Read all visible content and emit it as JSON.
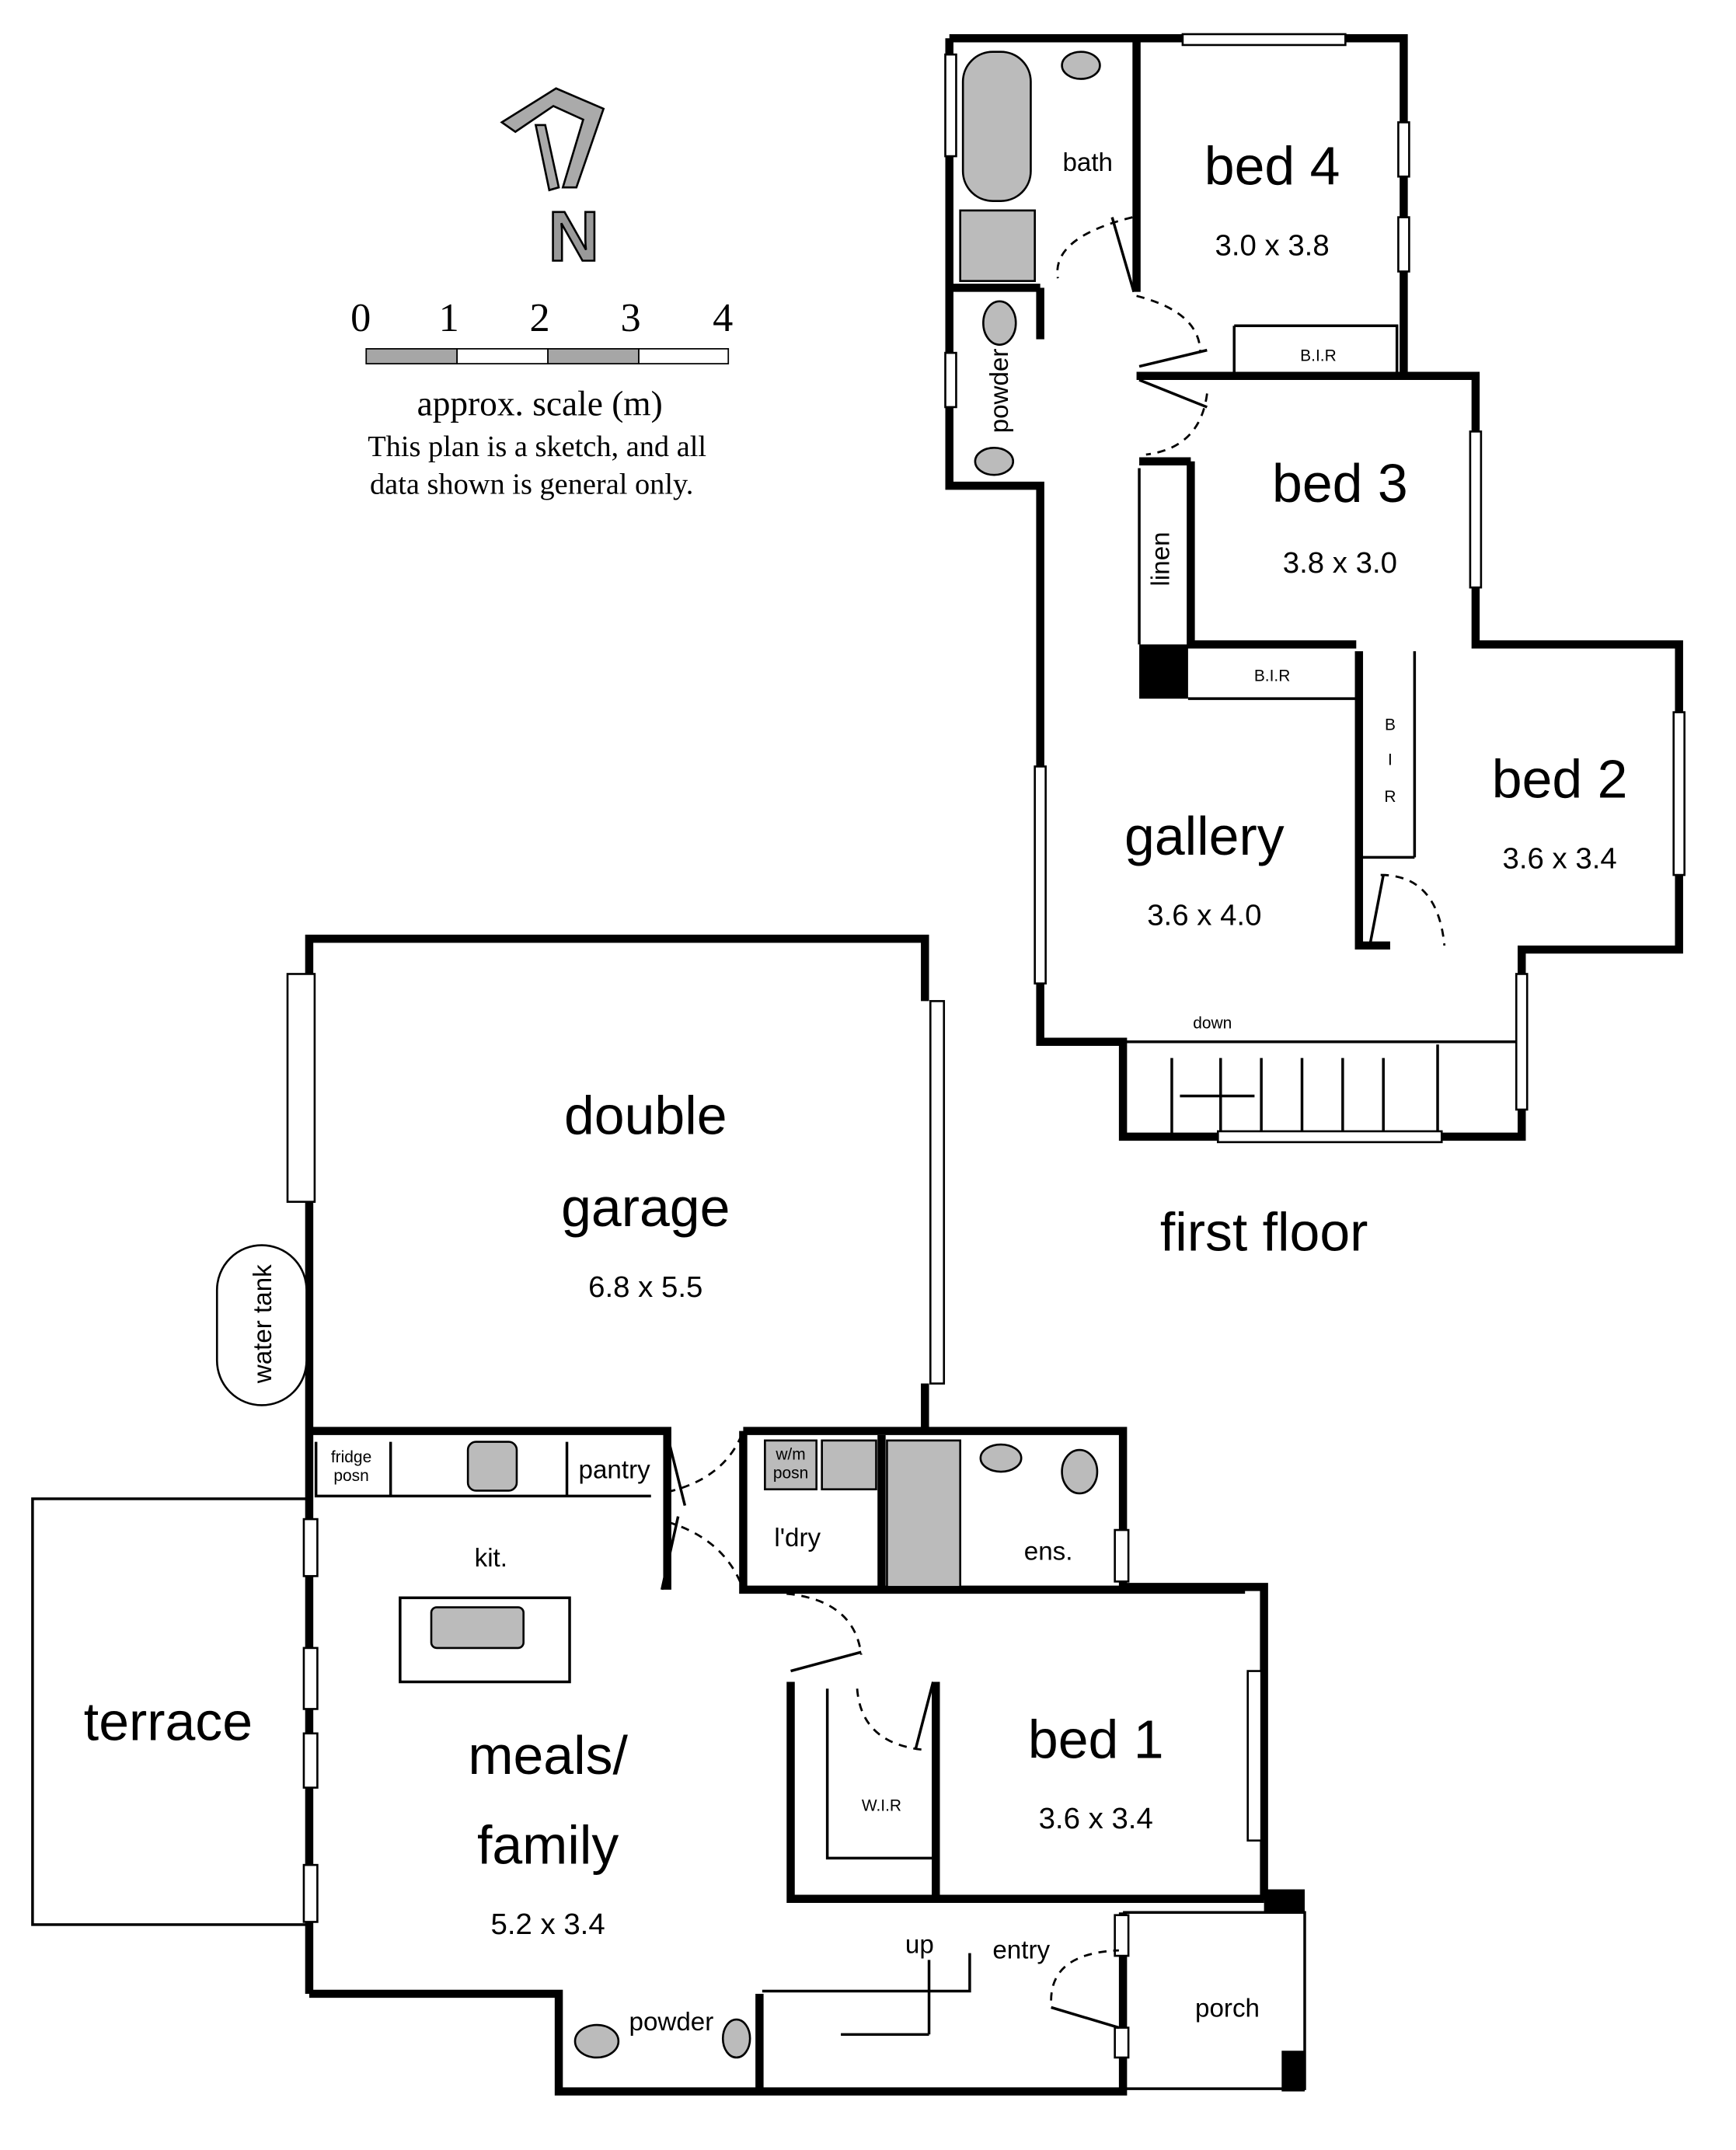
{
  "compass": {
    "label": "N"
  },
  "scale": {
    "ticks": [
      "0",
      "1",
      "2",
      "3",
      "4"
    ],
    "caption": "approx. scale (m)",
    "disclaimer_line1": "This plan is a sketch, and all",
    "disclaimer_line2": "data shown is general only."
  },
  "first_floor": {
    "title": "first floor",
    "rooms": {
      "bath": "bath",
      "bed4": {
        "name": "bed 4",
        "size": "3.0 x 3.8"
      },
      "bed3": {
        "name": "bed 3",
        "size": "3.8 x 3.0"
      },
      "bed2": {
        "name": "bed 2",
        "size": "3.6 x 3.4"
      },
      "gallery": {
        "name": "gallery",
        "size": "3.6 x 4.0"
      },
      "powder": "powder",
      "linen": "linen",
      "bir4": "B.I.R",
      "bir3": "B.I.R",
      "bir2": [
        "B",
        "I",
        "R"
      ],
      "stairs": "down"
    }
  },
  "ground_floor": {
    "rooms": {
      "garage": {
        "name_line1": "double",
        "name_line2": "garage",
        "size": "6.8 x 5.5"
      },
      "water_tank": "water tank",
      "fridge_line1": "fridge",
      "fridge_line2": "posn",
      "pantry": "pantry",
      "kit": "kit.",
      "wm_line1": "w/m",
      "wm_line2": "posn",
      "ldry": "l'dry",
      "ens": "ens.",
      "terrace": "terrace",
      "meals": {
        "name_line1": "meals/",
        "name_line2": "family",
        "size": "5.2 x 3.4"
      },
      "bed1": {
        "name": "bed 1",
        "size": "3.6 x 3.4"
      },
      "wir": "W.I.R",
      "entry": "entry",
      "porch": "porch",
      "powder": "powder",
      "stairs": "up"
    }
  }
}
